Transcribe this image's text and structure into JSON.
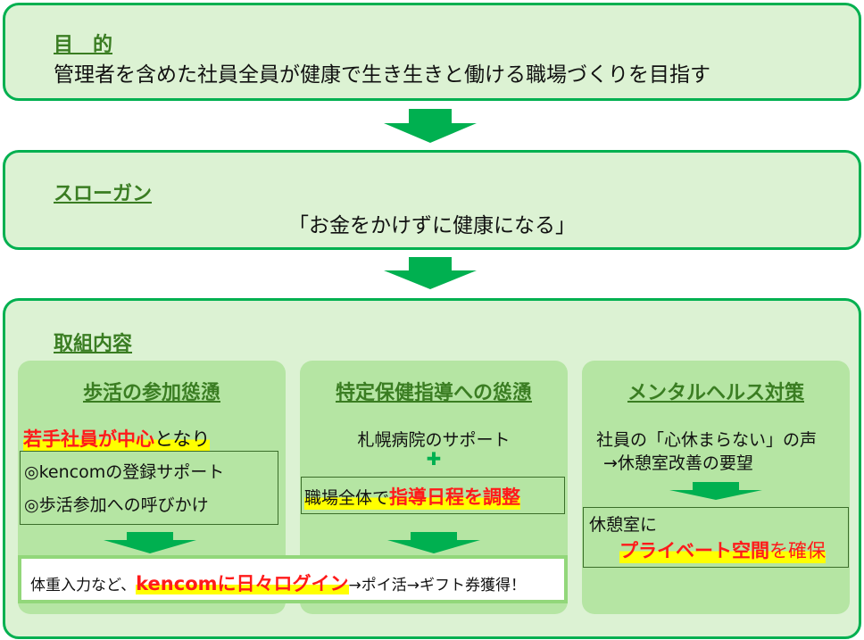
{
  "purpose": {
    "title": "目　的",
    "text": "管理者を含めた社員全員が健康で生き生きと働ける職場づくりを目指す"
  },
  "slogan": {
    "title": "スローガン",
    "text": "「お金をかけずに健康になる」"
  },
  "initiatives": {
    "title": "取組内容",
    "walking": {
      "title": "歩活の参加慫慂",
      "lead_red": "若手社員が中心",
      "lead_rest": "となり",
      "item1": "◎kencomの登録サポート",
      "item2": "◎歩活参加への呼びかけ"
    },
    "guidance": {
      "title": "特定保健指導への慫慂",
      "line1": "札幌病院のサポート",
      "plus": "✚",
      "line2_prefix": "職場全体で",
      "line2_red": "指導日程を調整"
    },
    "mental": {
      "title": "メンタルヘルス対策",
      "line1": "社員の「心休まらない」の声",
      "line2": "→休憩室改善の要望",
      "result1": "休憩室に",
      "result_red": "プライベート空間",
      "result_rest": "を確保"
    },
    "result": {
      "prefix": "体重入力など、",
      "red": "kencomに日々ログイン",
      "suffix": "→ポイ活→ギフト券獲得！"
    }
  },
  "colors": {
    "border": "#00b050",
    "fill": "#dcf2d3",
    "panel": "#b5e5a3",
    "title": "#3a7d22",
    "emphasis": "#ff1a1a",
    "highlight": "#ffff00"
  }
}
